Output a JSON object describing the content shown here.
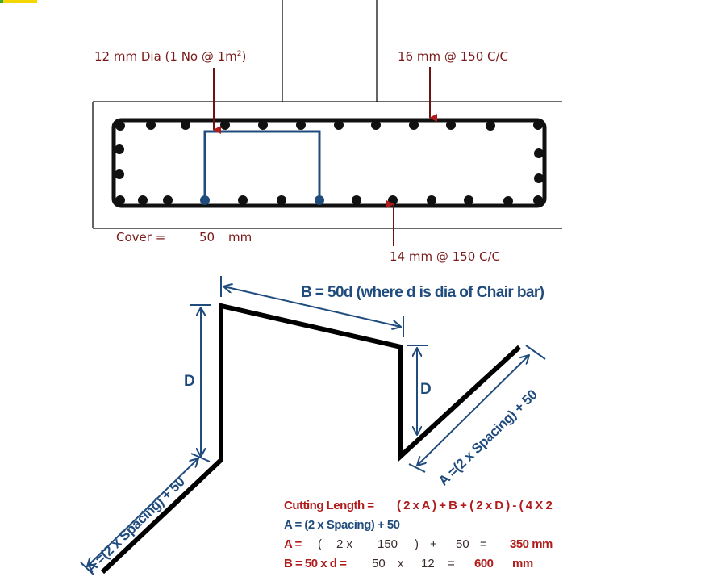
{
  "section_diagram": {
    "top_bar_label": "12 mm Dia (1 No @ 1m",
    "top_bar_superscript": "2",
    "top_bar_label_close": ")",
    "main_top_label": "16 mm @ 150  C/C",
    "bottom_label": "14   mm @ 150  C/C",
    "cover_label": "Cover =",
    "cover_value": "50",
    "cover_unit": "mm"
  },
  "chair_diagram": {
    "b_label": "B = 50d (where d is dia of Chair bar)",
    "d_left_label": "D",
    "d_right_label": "D",
    "a_left_label": "A =(2 x Spacing) + 50",
    "a_right_label": "A =(2 x Spacing) + 50"
  },
  "calculation": {
    "cutting_length_label": "Cutting Length =",
    "cutting_length_formula": "( 2 x A ) + B + ( 2 x D ) - ( 4 X 2",
    "a_formula": "A = (2 x Spacing) + 50",
    "a_calc_label": "A =",
    "a_calc_open": "(",
    "a_calc_mult": "2 x",
    "a_calc_spacing": "150",
    "a_calc_close": ")",
    "a_calc_plus": "+",
    "a_calc_add": "50",
    "a_calc_eq": "=",
    "a_calc_result": "350 mm",
    "b_calc_label": "B = 50 x d =",
    "b_calc_factor": "50",
    "b_calc_x": "x",
    "b_calc_dia": "12",
    "b_calc_eq": "=",
    "b_calc_result": "600",
    "b_calc_unit": "mm"
  },
  "colors": {
    "bar_black": "#111111",
    "chair_blue": "#1f4b7d",
    "label_red": "#7a1a1a",
    "arrow_red": "#8b1a1a",
    "calc_red": "#b01c1c"
  }
}
